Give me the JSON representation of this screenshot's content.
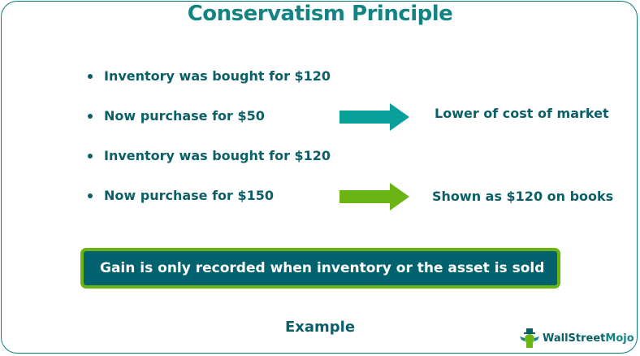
{
  "title": "Conservatism Principle",
  "items": [
    {
      "text": "Inventory was bought for $120"
    },
    {
      "text": "Now purchase for $50"
    },
    {
      "text": "Inventory was bought for $120"
    },
    {
      "text": "Now purchase for $150"
    }
  ],
  "arrows": [
    {
      "color": "#0aa09a",
      "result": "Lower of cost of market"
    },
    {
      "color": "#6ab514",
      "result": "Shown as $120 on books"
    }
  ],
  "note": "Gain is only recorded when inventory or the asset is sold",
  "caption": "Example",
  "logo": {
    "part1": "WallStreet",
    "part2": "Mojo"
  },
  "colors": {
    "teal_dark": "#0b5f67",
    "teal": "#138483",
    "green": "#6ab514",
    "note_bg": "#02636e"
  }
}
